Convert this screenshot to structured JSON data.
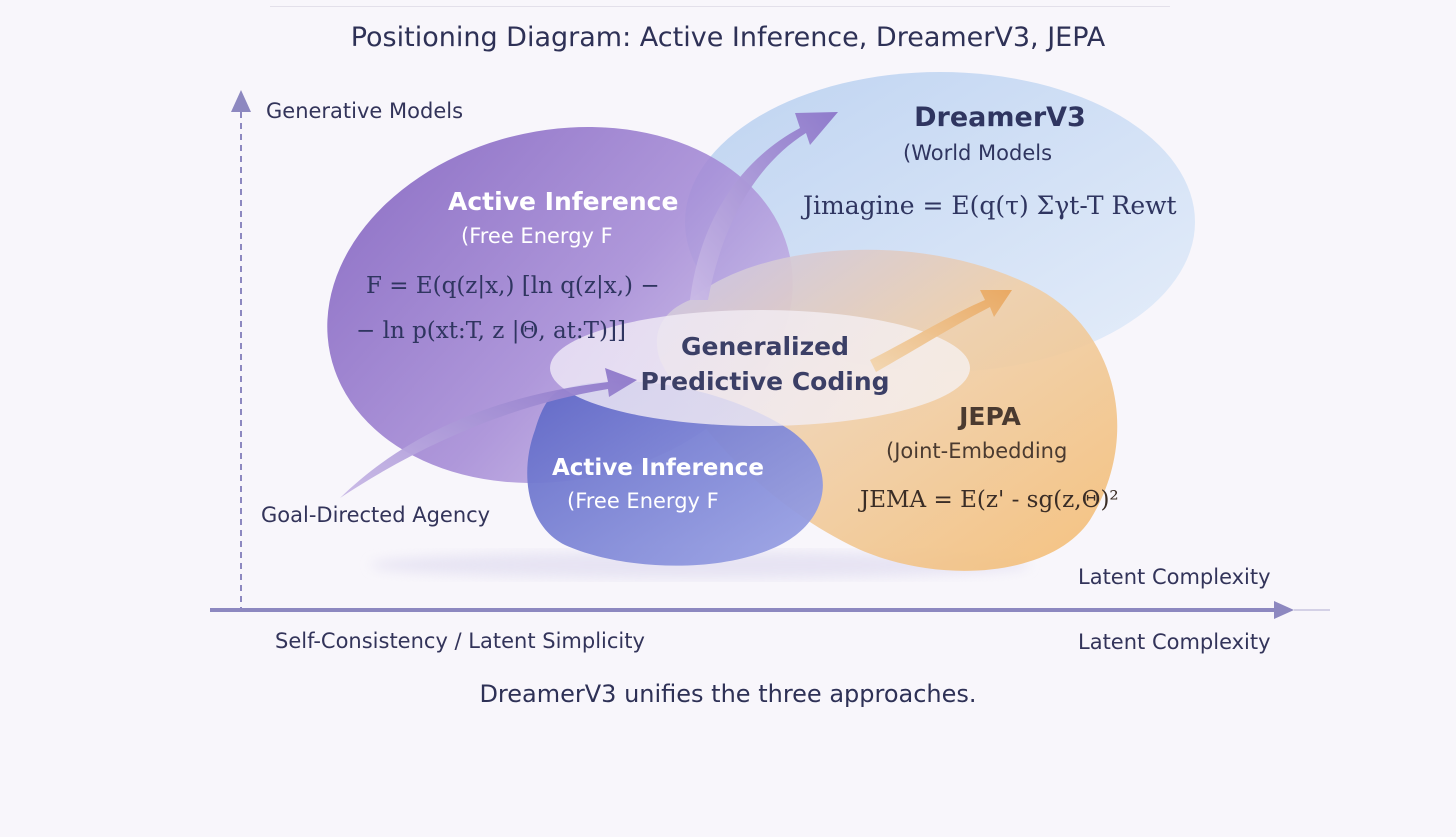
{
  "title": "Positioning Diagram: Active Inference, DreamerV3,  JEPA",
  "y_axis_label": "Generative Models",
  "x_axis_left_label": "Self-Consistency / Latent Simplicity",
  "x_axis_right_label": "Latent Complexity",
  "x_axis_right_label_upper": "Latent Complexity",
  "arrow_label": "Goal-Directed Agency",
  "colors": {
    "active_inference": "#8b6fc6",
    "dreamerv3": "#c3d8f2",
    "jepa": "#f2c07a",
    "axis": "#8d88c0"
  },
  "active_inference_main": {
    "heading": "Active Inference",
    "subtitle": "(Free Energy F",
    "formula_line1": "F = E(q(z|x,) [ln q(z|x,) −",
    "formula_line2": "− ln p(xt:T, z |Θ, at:T)]]"
  },
  "dreamerv3": {
    "heading": "DreamerV3",
    "subtitle": "(World Models",
    "formula": "Jimagine = E(q(τ) Σγt-T Rewt"
  },
  "center": {
    "line1": "Generalized",
    "line2": "Predictive Coding"
  },
  "jepa": {
    "heading": "JEPA",
    "subtitle": "(Joint-Embedding",
    "formula": "JEMA = E(z' - sg(z,Θ)²"
  },
  "active_inference_lower": {
    "heading": "Active Inference",
    "subtitle": "(Free Energy F"
  },
  "caption": "DreamerV3 unifies the three approaches."
}
